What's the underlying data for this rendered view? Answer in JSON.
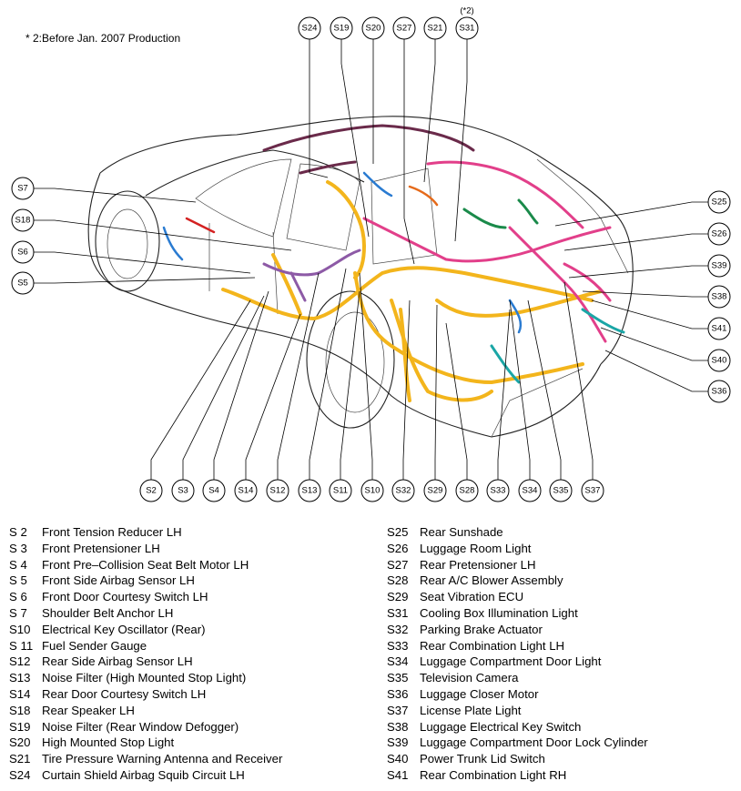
{
  "note": "* 2:Before Jan. 2007 Production",
  "callout_superscript": "(*2)",
  "callouts": {
    "S24": "S24",
    "S19": "S19",
    "S20": "S20",
    "S27": "S27",
    "S21": "S21",
    "S31": "S31",
    "S7": "S7",
    "S18": "S18",
    "S6": "S6",
    "S5": "S5",
    "S25": "S25",
    "S26": "S26",
    "S39": "S39",
    "S38": "S38",
    "S41": "S41",
    "S40": "S40",
    "S36": "S36",
    "S2": "S2",
    "S3": "S3",
    "S4": "S4",
    "S14": "S14",
    "S12": "S12",
    "S13": "S13",
    "S11": "S11",
    "S10": "S10",
    "S32": "S32",
    "S29": "S29",
    "S28": "S28",
    "S33": "S33",
    "S34": "S34",
    "S35": "S35",
    "S37": "S37"
  },
  "legend_left": [
    {
      "code": "S  2",
      "label": "Front Tension Reducer LH"
    },
    {
      "code": "S  3",
      "label": "Front Pretensioner LH"
    },
    {
      "code": "S  4",
      "label": "Front Pre–Collision Seat Belt Motor LH"
    },
    {
      "code": "S  5",
      "label": "Front Side Airbag Sensor LH"
    },
    {
      "code": "S  6",
      "label": "Front Door Courtesy Switch LH"
    },
    {
      "code": "S  7",
      "label": "Shoulder Belt Anchor LH"
    },
    {
      "code": "S10",
      "label": "Electrical Key Oscillator (Rear)"
    },
    {
      "code": "S 11",
      "label": "Fuel Sender Gauge"
    },
    {
      "code": "S12",
      "label": "Rear Side Airbag Sensor LH"
    },
    {
      "code": "S13",
      "label": "Noise Filter (High Mounted Stop Light)"
    },
    {
      "code": "S14",
      "label": "Rear Door Courtesy Switch LH"
    },
    {
      "code": "S18",
      "label": "Rear Speaker LH"
    },
    {
      "code": "S19",
      "label": "Noise Filter (Rear Window Defogger)"
    },
    {
      "code": "S20",
      "label": "High Mounted Stop Light"
    },
    {
      "code": "S21",
      "label": "Tire Pressure Warning Antenna and Receiver"
    },
    {
      "code": "S24",
      "label": "Curtain Shield Airbag Squib Circuit LH"
    }
  ],
  "legend_right": [
    {
      "code": "S25",
      "label": "Rear Sunshade"
    },
    {
      "code": "S26",
      "label": "Luggage Room Light"
    },
    {
      "code": "S27",
      "label": "Rear Pretensioner LH"
    },
    {
      "code": "S28",
      "label": "Rear A/C Blower Assembly"
    },
    {
      "code": "S29",
      "label": "Seat Vibration ECU"
    },
    {
      "code": "S31",
      "label": "Cooling Box Illumination Light"
    },
    {
      "code": "S32",
      "label": "Parking Brake Actuator"
    },
    {
      "code": "S33",
      "label": "Rear Combination Light LH"
    },
    {
      "code": "S34",
      "label": "Luggage Compartment Door Light"
    },
    {
      "code": "S35",
      "label": "Television Camera"
    },
    {
      "code": "S36",
      "label": "Luggage Closer Motor"
    },
    {
      "code": "S37",
      "label": "License Plate Light"
    },
    {
      "code": "S38",
      "label": "Luggage Electrical Key Switch"
    },
    {
      "code": "S39",
      "label": "Luggage Compartment Door Lock Cylinder"
    },
    {
      "code": "S40",
      "label": "Power Trunk Lid Switch"
    },
    {
      "code": "S41",
      "label": "Rear Combination Light RH"
    }
  ],
  "wire_colors": {
    "yellow": "#f3b51c",
    "pink": "#e23f8a",
    "purple": "#8d5aa6",
    "blue": "#2a7bd1",
    "teal": "#1aa6a6",
    "green": "#1a8a4a",
    "orange": "#e56a1a",
    "red": "#d42222",
    "maroon": "#6a2a4a"
  }
}
